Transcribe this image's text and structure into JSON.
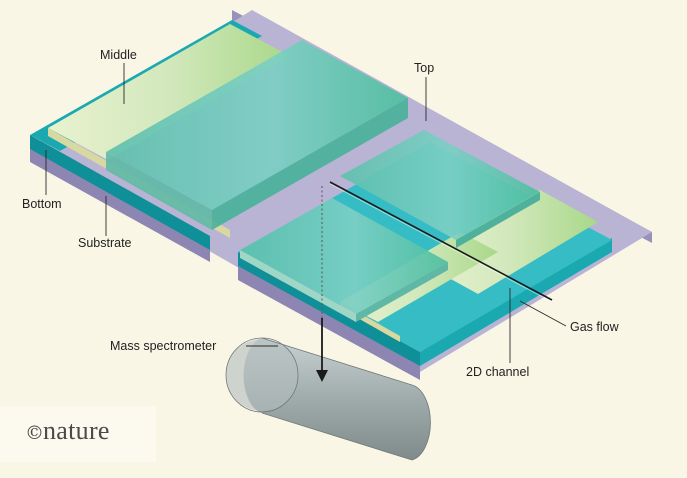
{
  "colors": {
    "background": "#faf6e6",
    "purple_layer": "#b9b3d4",
    "teal_layer": "#1aa9b1",
    "green_layer": "#bfe0a6",
    "glass_layer": "#6cc9b9",
    "spectrometer": "#9aa6a6",
    "label_text": "#222222"
  },
  "labels": {
    "middle": "Middle",
    "top": "Top",
    "bottom": "Bottom",
    "substrate": "Substrate",
    "mass_spectrometer": "Mass spectrometer",
    "gas_flow": "Gas flow",
    "two_d_channel": "2D channel"
  },
  "logo": {
    "copyright_symbol": "©",
    "wordmark": "nature"
  }
}
